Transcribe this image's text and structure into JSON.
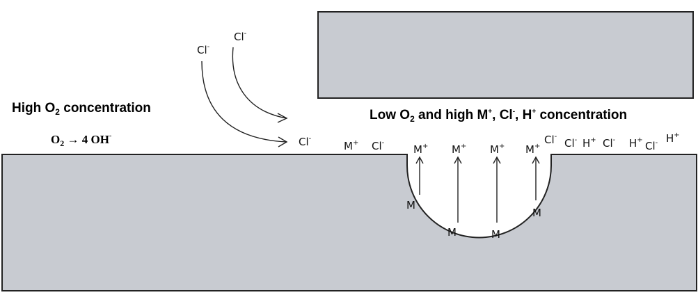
{
  "labels": {
    "high_o2_prefix": "High O",
    "high_o2_sub": "2",
    "high_o2_suffix": " concentration",
    "reaction_o": "O",
    "reaction_sub": "2",
    "reaction_rest": " → 4 OH",
    "reaction_sup": "-",
    "low_prefix": "Low O",
    "low_sub": "2",
    "low_mid": " and high M",
    "low_sup1": "+",
    "low_mid2": ", Cl",
    "low_sup2": "-",
    "low_mid3": ", H",
    "low_sup3": "+",
    "low_suffix": " concentration"
  },
  "ions": {
    "cl": "Cl",
    "m": "M",
    "h": "H",
    "minus": "-",
    "plus": "+"
  },
  "colors": {
    "metal_fill": "#c8cbd1",
    "outline": "#222222"
  }
}
